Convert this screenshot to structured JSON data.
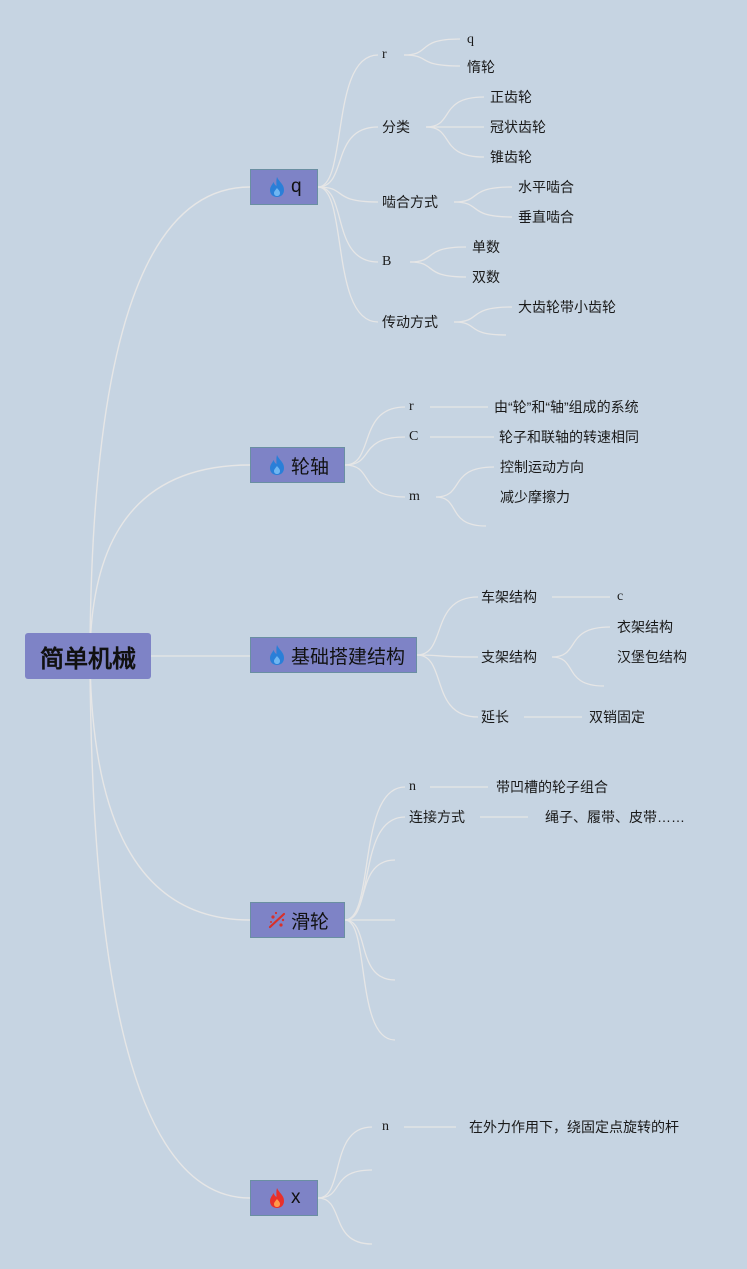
{
  "root": {
    "label": "简单机械"
  },
  "colors": {
    "background": "#c6d4e2",
    "node": "#7e83c6",
    "link": "#e6e6e6",
    "icon_blue": "#2a7fd8",
    "icon_red": "#e8302a"
  },
  "branches": [
    {
      "label": "q",
      "icon": "flame-blue-icon",
      "children": [
        {
          "label": "r",
          "children": [
            {
              "label": "q"
            },
            {
              "label": "惰轮"
            }
          ]
        },
        {
          "label": "分类",
          "children": [
            {
              "label": "正齿轮"
            },
            {
              "label": "冠状齿轮"
            },
            {
              "label": "锥齿轮"
            }
          ]
        },
        {
          "label": "啮合方式",
          "children": [
            {
              "label": "水平啮合"
            },
            {
              "label": "垂直啮合"
            }
          ]
        },
        {
          "label": "B",
          "children": [
            {
              "label": "单数"
            },
            {
              "label": "双数"
            }
          ]
        },
        {
          "label": "传动方式",
          "children": [
            {
              "label": "大齿轮带小齿轮"
            },
            {
              "label": ""
            }
          ]
        }
      ]
    },
    {
      "label": "轮轴",
      "icon": "flame-blue-icon",
      "children": [
        {
          "label": "r",
          "children": [
            {
              "label": "由“轮”和“轴”组成的系统"
            }
          ]
        },
        {
          "label": "C",
          "children": [
            {
              "label": "轮子和联轴的转速相同"
            }
          ]
        },
        {
          "label": "m",
          "children": [
            {
              "label": "控制运动方向"
            },
            {
              "label": "减少摩擦力"
            }
          ]
        }
      ]
    },
    {
      "label": "基础搭建结构",
      "icon": "flame-blue-icon",
      "children": [
        {
          "label": "车架结构",
          "children": [
            {
              "label": "c"
            }
          ]
        },
        {
          "label": "支架结构",
          "children": [
            {
              "label": "衣架结构"
            },
            {
              "label": "汉堡包结构"
            }
          ]
        },
        {
          "label": "延长",
          "children": [
            {
              "label": "双销固定"
            }
          ]
        }
      ]
    },
    {
      "label": "滑轮",
      "icon": "sparkle-red-icon",
      "children": [
        {
          "label": "n",
          "children": [
            {
              "label": "带凹槽的轮子组合"
            }
          ]
        },
        {
          "label": "连接方式",
          "children": [
            {
              "label": "绳子、履带、皮带……"
            }
          ]
        }
      ]
    },
    {
      "label": "x",
      "icon": "flame-red-icon",
      "children": [
        {
          "label": "n",
          "children": [
            {
              "label": "在外力作用下，绕固定点旋转的杆"
            }
          ]
        }
      ]
    }
  ]
}
